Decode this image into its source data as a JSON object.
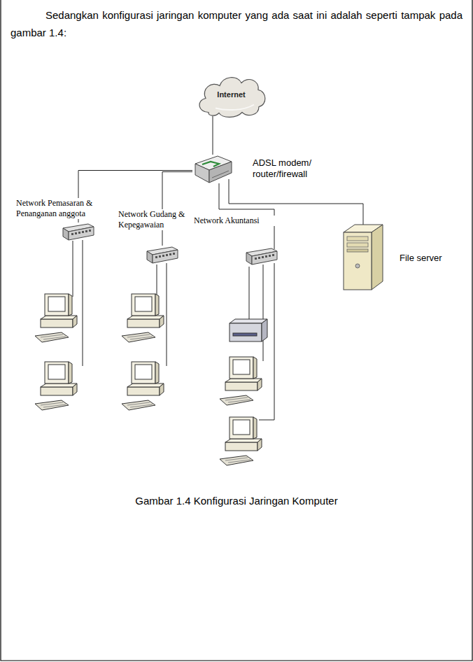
{
  "diagram": {
    "caption": "Gambar 1.4 Konfigurasi Jaringan Komputer",
    "nodes": [
      {
        "text": [
          "Internet"
        ]
      },
      {
        "text": [
          "ADSL modem/ router/firewall"
        ]
      },
      {
        "text": [
          "Network Pemasaran & Penanganan anggota"
        ]
      },
      {
        "text": [
          "Network Gudang & Kepegawaian"
        ]
      },
      {
        "text": [
          "Network Akuntansi"
        ]
      },
      {
        "text": [
          "File server"
        ]
      }
    ],
    "edges": [
      {
        "from": 0,
        "to": 1,
        "arrow": "none"
      },
      {
        "from": 1,
        "to": 2,
        "arrow": "none"
      },
      {
        "from": 1,
        "to": 3,
        "arrow": "none"
      },
      {
        "from": 1,
        "to": 4,
        "arrow": "none"
      },
      {
        "from": 1,
        "to": 5,
        "arrow": "none"
      }
    ],
    "labels": [
      "Sedangkan konfigurasi jaringan komputer yang ada saat ini adalah seperti tampak pada gambar 1.4:"
    ]
  }
}
